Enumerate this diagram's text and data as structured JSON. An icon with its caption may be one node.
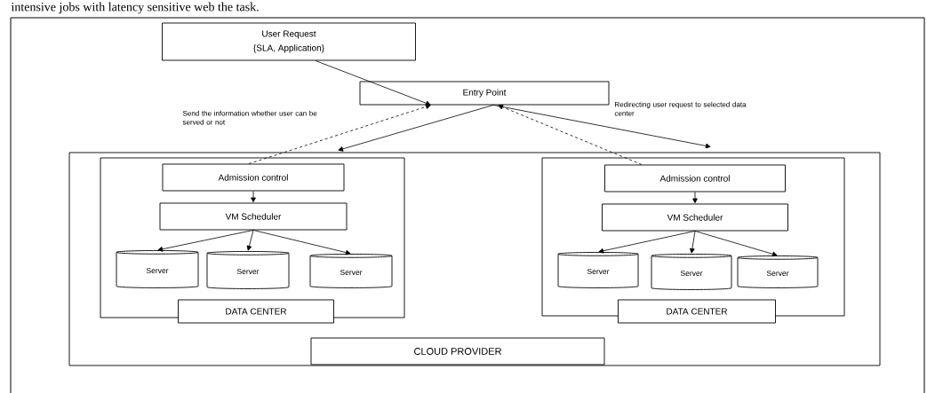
{
  "diagram": {
    "nodes": [
      {
        "text": [
          "User Request",
          "{SLA, Application}"
        ]
      },
      {
        "text": [
          "Entry Point"
        ]
      },
      {
        "text": [
          "CLOUD PROVIDER"
        ]
      },
      {
        "text": [
          "DATA CENTER"
        ],
        "in": 2
      },
      {
        "text": [
          "Admission control"
        ],
        "in": 3
      },
      {
        "text": [
          "VM Scheduler"
        ],
        "in": 3
      },
      {
        "text": [
          "Server"
        ],
        "in": 3
      },
      {
        "text": [
          "Server"
        ],
        "in": 3
      },
      {
        "text": [
          "Server"
        ],
        "in": 3
      },
      {
        "text": [
          "DATA CENTER"
        ],
        "in": 2
      },
      {
        "text": [
          "Admission control"
        ],
        "in": 9
      },
      {
        "text": [
          "VM Scheduler"
        ],
        "in": 9
      },
      {
        "text": [
          "Server"
        ],
        "in": 9
      },
      {
        "text": [
          "Server"
        ],
        "in": 9
      },
      {
        "text": [
          "Server"
        ],
        "in": 9
      }
    ],
    "edges": [
      {
        "from": 0,
        "to": 1,
        "arrow": "to"
      },
      {
        "from": 4,
        "to": 1,
        "arrow": "to",
        "style": "dashed",
        "label": "Send the information whether user can be served or not"
      },
      {
        "from": 1,
        "to": 3,
        "arrow": "to"
      },
      {
        "from": 1,
        "to": 9,
        "arrow": "to",
        "label": "Redirecting user request to selected data center"
      },
      {
        "from": 10,
        "to": 1,
        "arrow": "to",
        "style": "dashed"
      },
      {
        "from": 4,
        "to": 5,
        "arrow": "to"
      },
      {
        "from": 5,
        "to": 6,
        "arrow": "to"
      },
      {
        "from": 5,
        "to": 7,
        "arrow": "to"
      },
      {
        "from": 5,
        "to": 8,
        "arrow": "to"
      },
      {
        "from": 10,
        "to": 11,
        "arrow": "to"
      },
      {
        "from": 11,
        "to": 12,
        "arrow": "to"
      },
      {
        "from": 11,
        "to": 13,
        "arrow": "to"
      },
      {
        "from": 11,
        "to": 14,
        "arrow": "to"
      }
    ],
    "labels": [
      "intensive jobs with latency sensitive web the task."
    ]
  }
}
